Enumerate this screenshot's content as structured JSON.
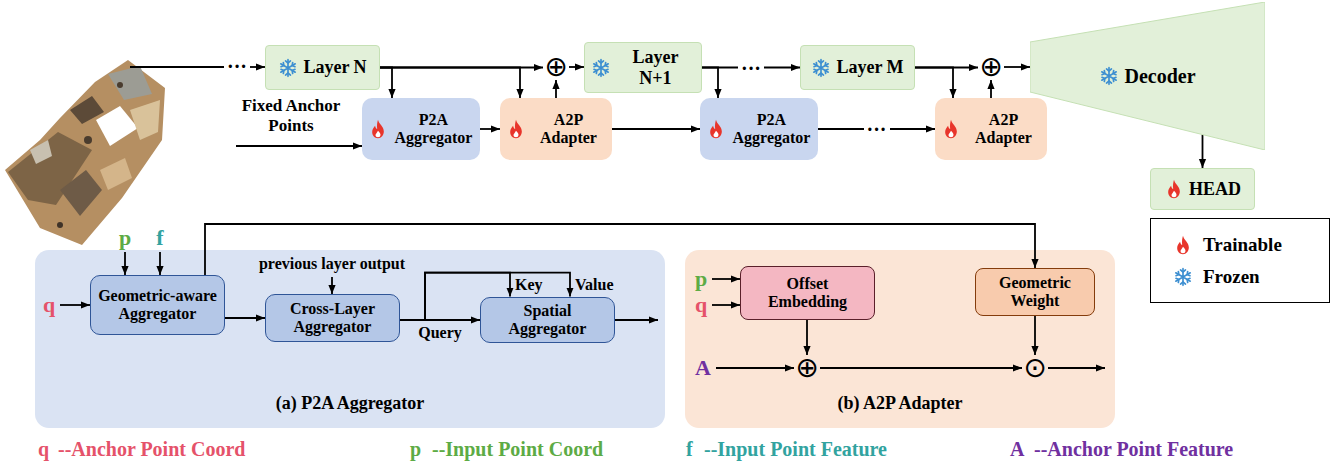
{
  "diagram": {
    "nodes": [
      {
        "text": [
          "Layer N"
        ]
      },
      {
        "text": [
          "⊕"
        ]
      },
      {
        "text": [
          "Layer N+1"
        ]
      },
      {
        "text": [
          "Layer M"
        ]
      },
      {
        "text": [
          "⊕"
        ]
      },
      {
        "text": [
          "Decoder"
        ]
      },
      {
        "text": [
          "P2A Aggregator"
        ]
      },
      {
        "text": [
          "A2P Adapter"
        ]
      },
      {
        "text": [
          "P2A Aggregator"
        ]
      },
      {
        "text": [
          "A2P Adapter"
        ]
      },
      {
        "text": [
          "HEAD"
        ]
      },
      {
        "text": [
          "(a) P2A Aggregator"
        ]
      },
      {
        "text": [
          "Geometric-aware Aggregator"
        ],
        "in": 11
      },
      {
        "text": [
          "Cross-Layer Aggregator"
        ],
        "in": 11
      },
      {
        "text": [
          "Spatial Aggregator"
        ],
        "in": 11
      },
      {
        "text": [
          "(b) A2P Adapter"
        ]
      },
      {
        "text": [
          "Offset Embedding"
        ],
        "in": 15
      },
      {
        "text": [
          "Geometric Weight"
        ],
        "in": 15
      },
      {
        "text": [
          "⊕"
        ],
        "in": 15
      },
      {
        "text": [
          "⊙"
        ],
        "in": 15
      }
    ],
    "edges": [
      {
        "from": 0,
        "to": 1,
        "arrow": "to"
      },
      {
        "from": 1,
        "to": 2,
        "arrow": "to"
      },
      {
        "from": 2,
        "to": 3,
        "label": "···",
        "arrow": "to"
      },
      {
        "from": 3,
        "to": 4,
        "arrow": "to"
      },
      {
        "from": 4,
        "to": 5,
        "arrow": "to"
      },
      {
        "from": 5,
        "to": 10,
        "arrow": "to"
      },
      {
        "from": 0,
        "to": 6,
        "arrow": "to"
      },
      {
        "from": 0,
        "to": 7,
        "arrow": "to"
      },
      {
        "from": 6,
        "to": 7,
        "arrow": "to"
      },
      {
        "from": 7,
        "to": 1,
        "arrow": "to"
      },
      {
        "from": 7,
        "to": 8,
        "arrow": "to"
      },
      {
        "from": 2,
        "to": 8,
        "arrow": "to"
      },
      {
        "from": 8,
        "to": 9,
        "label": "···",
        "arrow": "to"
      },
      {
        "from": 3,
        "to": 9,
        "arrow": "to"
      },
      {
        "from": 9,
        "to": 4,
        "arrow": "to"
      },
      {
        "from": 12,
        "to": 13,
        "arrow": "to"
      },
      {
        "from": 13,
        "to": 14,
        "label": "Query",
        "arrow": "to"
      },
      {
        "from": 13,
        "to": 14,
        "label": "Key",
        "arrow": "to"
      },
      {
        "from": 13,
        "to": 14,
        "label": "Value",
        "arrow": "to"
      },
      {
        "from": 12,
        "to": 17,
        "arrow": "to"
      },
      {
        "from": 16,
        "to": 18,
        "arrow": "to"
      },
      {
        "from": 18,
        "to": 19,
        "arrow": "to"
      },
      {
        "from": 17,
        "to": 19,
        "arrow": "to"
      }
    ],
    "labels": [
      "···",
      "Fixed Anchor Points",
      "q",
      "p",
      "f",
      "previous layer output",
      "p",
      "q",
      "A",
      "q",
      "--Anchor Point Coord",
      "p",
      "--Input Point Coord",
      "f",
      "--Input Point Feature",
      "A",
      "--Anchor Point Feature"
    ],
    "legend": [
      {
        "text": "Trainable"
      },
      {
        "text": "Frozen"
      }
    ]
  }
}
